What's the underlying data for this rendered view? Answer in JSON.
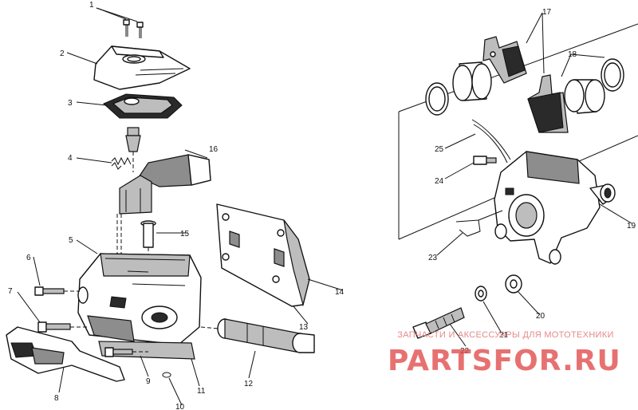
{
  "labels": {
    "l1": "1",
    "l2": "2",
    "l3": "3",
    "l4": "4",
    "l5": "5",
    "l6": "6",
    "l7": "7",
    "l8": "8",
    "l9": "9",
    "l10": "10",
    "l11": "11",
    "l12": "12",
    "l13": "13",
    "l14": "14",
    "l15": "15",
    "l16": "16",
    "l17": "17",
    "l18": "18",
    "l19": "19",
    "l20": "20",
    "l21": "21",
    "l22": "22",
    "l23": "23",
    "l24": "24",
    "l25": "25"
  },
  "watermark": {
    "tagline": "ЗАПЧАСТИ И АКСЕССУАРЫ ДЛЯ МОТОТЕХНИКИ",
    "brand": "PARTSFOR.RU"
  }
}
